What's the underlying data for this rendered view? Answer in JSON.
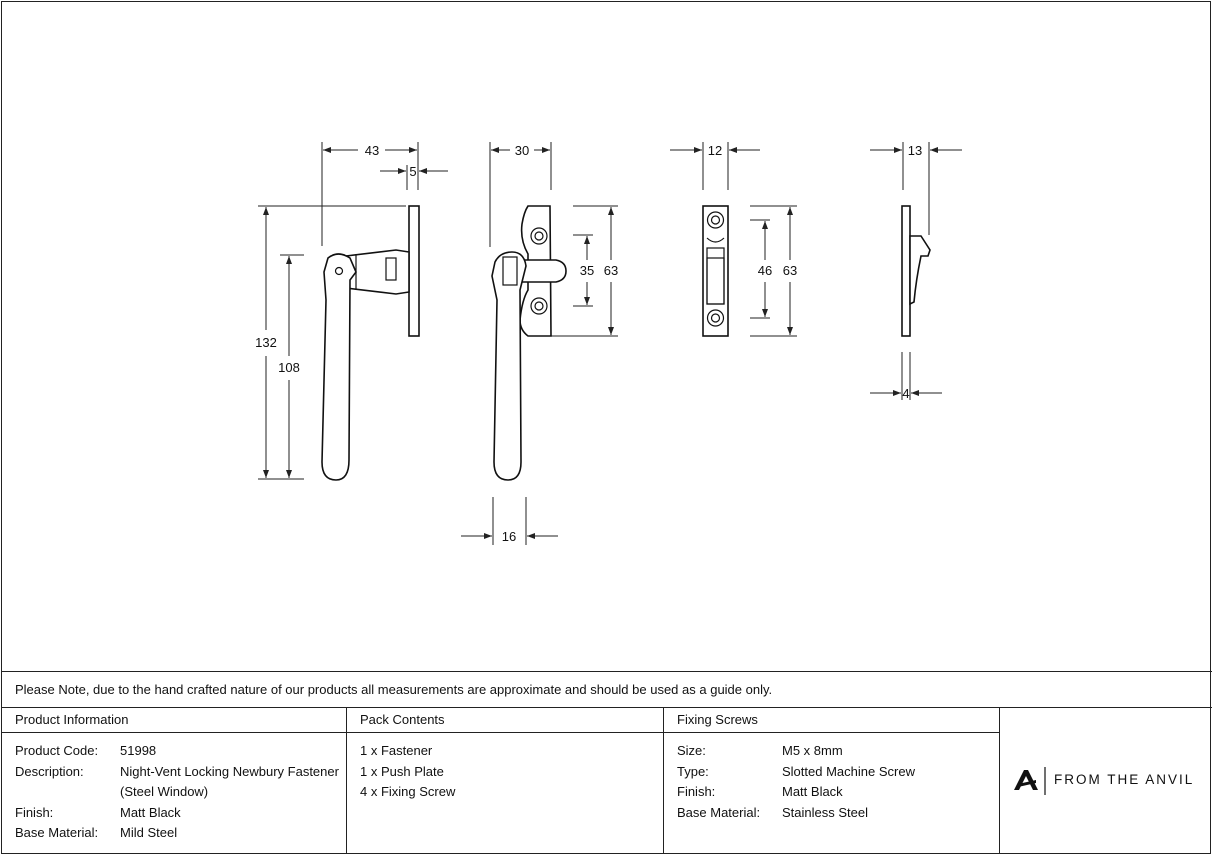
{
  "dimensions": {
    "side_width": "43",
    "side_plate": "5",
    "side_total_height": "132",
    "side_handle_length": "108",
    "front_width": "30",
    "front_hole_spacing": "35",
    "front_plate_height": "63",
    "front_handle_width": "16",
    "plate_width": "12",
    "plate_hole_spacing": "46",
    "plate_height": "63",
    "plate_side_depth": "13",
    "plate_side_thickness": "4"
  },
  "note": "Please Note, due to the hand crafted nature of our products all measurements are approximate and should be used as a guide only.",
  "product_info": {
    "title": "Product Information",
    "rows": [
      {
        "label": "Product Code:",
        "value": "51998"
      },
      {
        "label": "Description:",
        "value": "Night-Vent Locking Newbury Fastener"
      },
      {
        "label": "",
        "value": "(Steel Window)"
      },
      {
        "label": "Finish:",
        "value": "Matt Black"
      },
      {
        "label": "Base Material:",
        "value": "Mild Steel"
      }
    ]
  },
  "pack_contents": {
    "title": "Pack Contents",
    "items": [
      "1 x Fastener",
      "1 x Push Plate",
      "4 x Fixing Screw"
    ]
  },
  "fixing_screws": {
    "title": "Fixing Screws",
    "rows": [
      {
        "label": "Size:",
        "value": "M5 x 8mm"
      },
      {
        "label": "Type:",
        "value": "Slotted Machine Screw"
      },
      {
        "label": "Finish:",
        "value": "Matt Black"
      },
      {
        "label": "Base Material:",
        "value": "Stainless Steel"
      }
    ]
  },
  "brand": {
    "name": "FROM THE ANVIL",
    "icon": "anvil-a-logo-icon"
  }
}
